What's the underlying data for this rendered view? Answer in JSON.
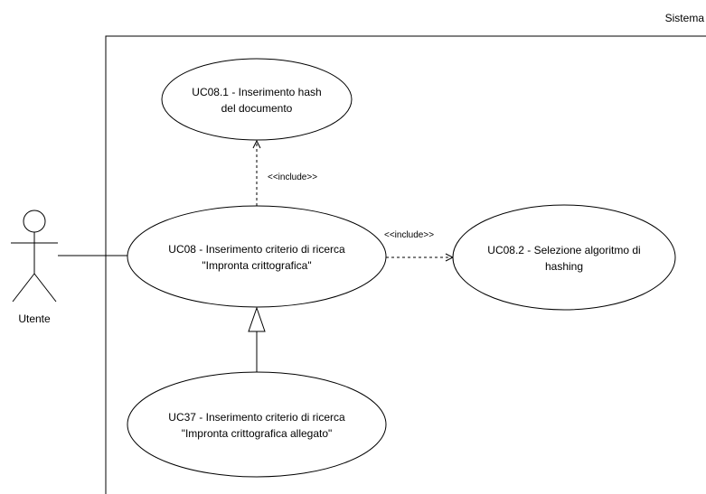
{
  "system": {
    "label": "Sistema"
  },
  "actor": {
    "label": "Utente"
  },
  "use_cases": {
    "uc08": {
      "line1": "UC08 - Inserimento criterio di ricerca",
      "line2": "\"Impronta crittografica\""
    },
    "uc08_1": {
      "line1": "UC08.1 - Inserimento hash",
      "line2": "del documento"
    },
    "uc08_2": {
      "line1": "UC08.2 - Selezione algoritmo di",
      "line2": "hashing"
    },
    "uc37": {
      "line1": "UC37 - Inserimento criterio di ricerca",
      "line2": "\"Impronta crittografica allegato\""
    }
  },
  "relations": {
    "include_up": "<<include>>",
    "include_right": "<<include>>"
  },
  "colors": {
    "stroke": "#000000",
    "fill": "#ffffff"
  }
}
